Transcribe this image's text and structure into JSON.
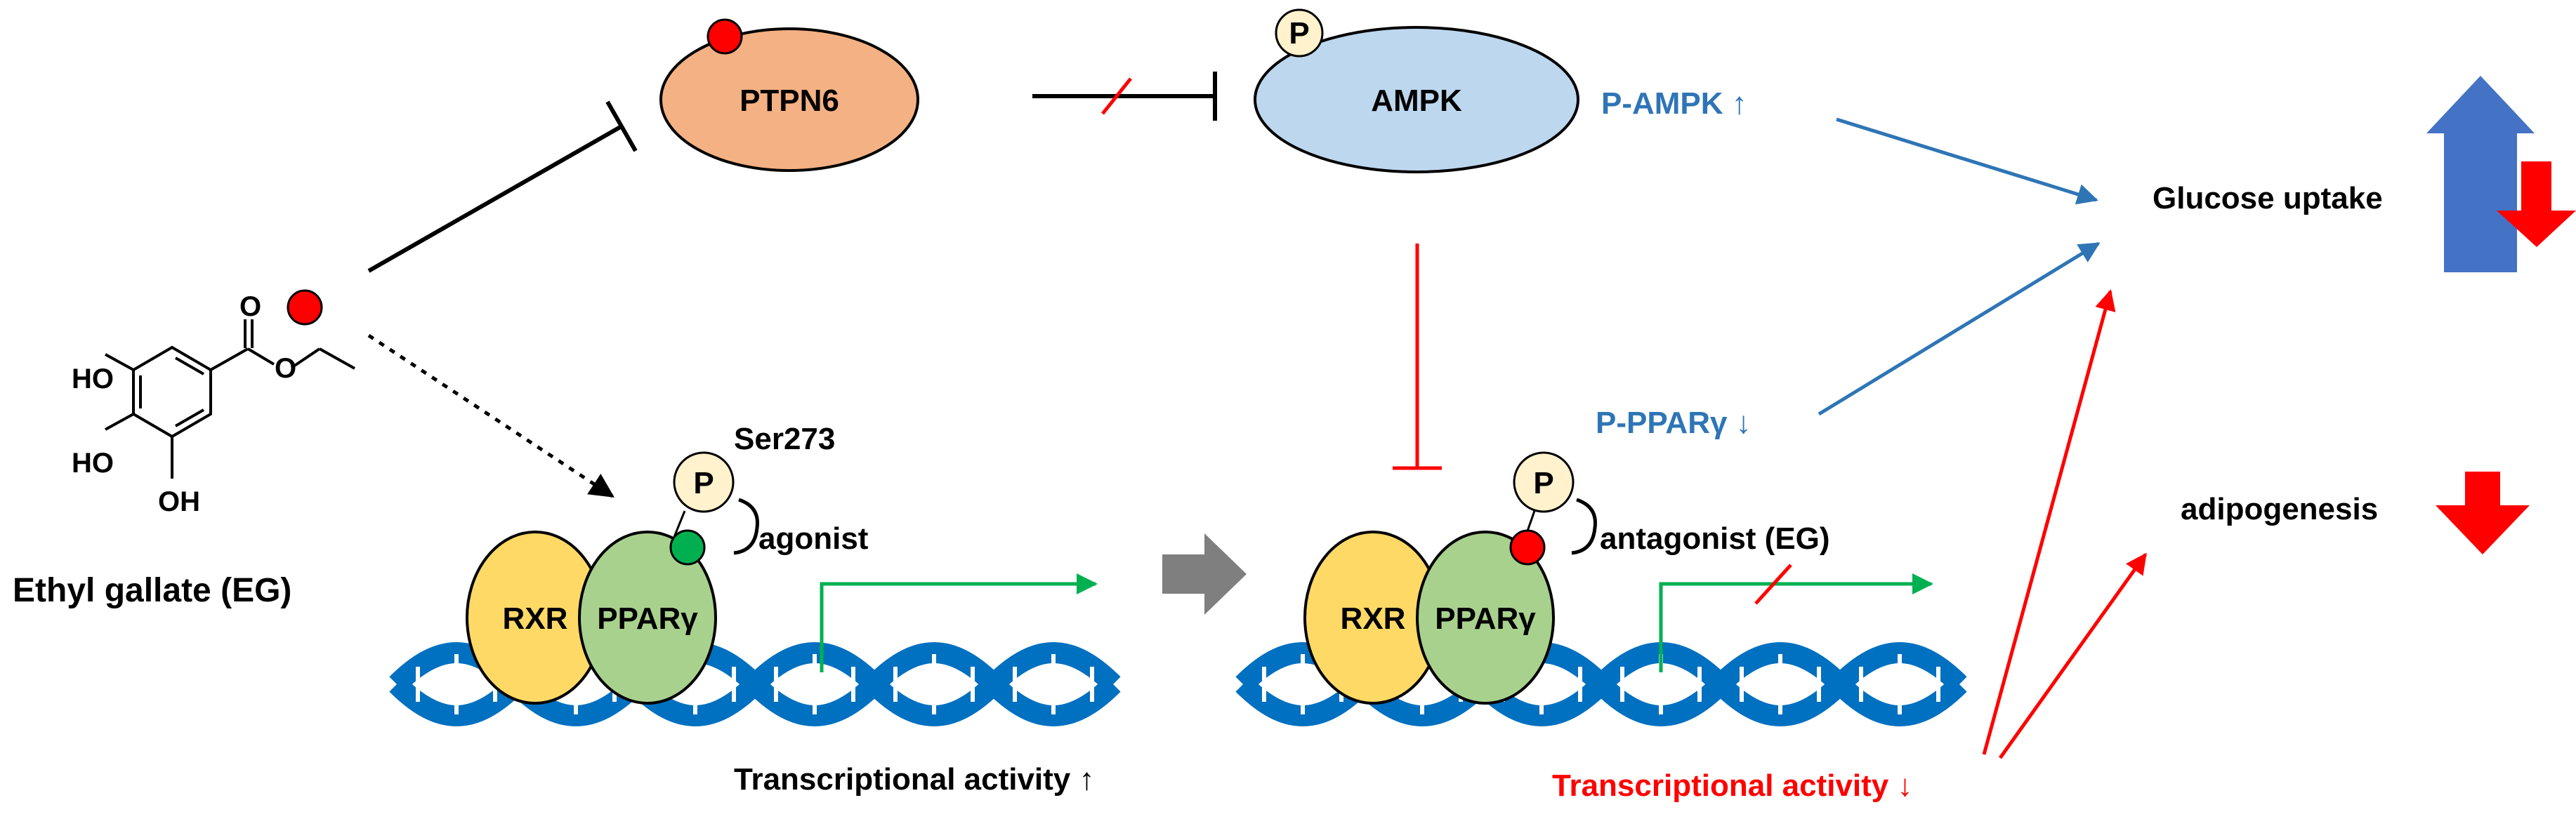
{
  "colors": {
    "black": "#000000",
    "red": "#ff0000",
    "blue": "#2e75b6",
    "green": "#00b050",
    "ptpn6_fill": "#f4b183",
    "ampk_fill": "#bdd7ee",
    "rxr_fill": "#ffd966",
    "ppar_fill": "#a9d18e",
    "p_fill": "#fff2cc",
    "dna": "#0070c0",
    "grey_arrow": "#7f7f7f",
    "up_arrow": "#4472c4",
    "green_dot": "#00b050"
  },
  "molecule": {
    "atoms": {
      "ho_top": "HO",
      "ho_mid": "HO",
      "oh_bottom": "OH",
      "o_carbonyl": "O",
      "o_ester": "O"
    },
    "name": "Ethyl gallate (EG)"
  },
  "proteins": {
    "ptpn6": "PTPN6",
    "ampk": "AMPK",
    "p_badge": "P"
  },
  "left_complex": {
    "rxr": "RXR",
    "ppar": "PPARγ",
    "phospho_site": "Ser273",
    "p_badge": "P",
    "ligand": "agonist",
    "activity": "Transcriptional activity ↑"
  },
  "right_complex": {
    "rxr": "RXR",
    "ppar": "PPARγ",
    "p_badge": "P",
    "ligand": "antagonist (EG)",
    "activity": "Transcriptional activity ↓"
  },
  "markers": {
    "p_ampk": "P-AMPK ↑",
    "p_ppar": "P-PPARγ ↓"
  },
  "outcomes": {
    "glucose": "Glucose uptake",
    "adipogenesis": "adipogenesis"
  }
}
